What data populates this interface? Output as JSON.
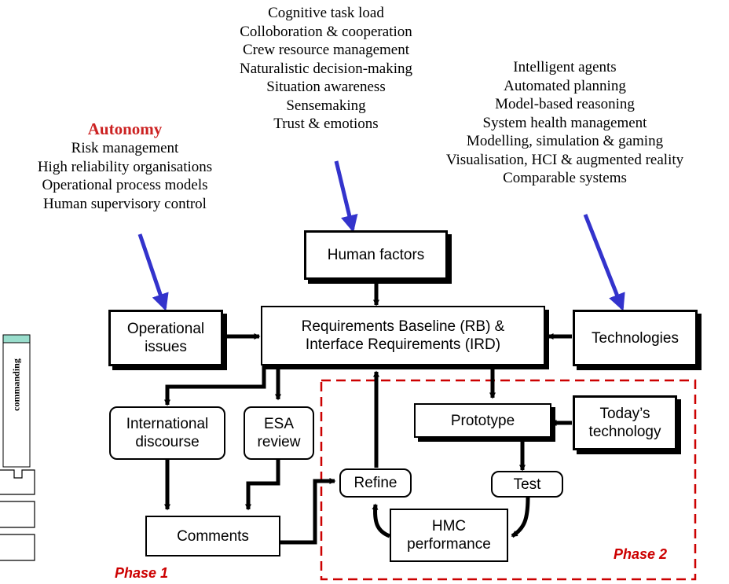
{
  "human_factors_topics": [
    "Cognitive task load",
    "Colloboration & cooperation",
    "Crew resource management",
    "Naturalistic decision-making",
    "Situation awareness",
    "Sensemaking",
    "Trust & emotions"
  ],
  "autonomy": {
    "title": "Autonomy",
    "title_color": "#cc2222",
    "topics": [
      "Risk management",
      "High reliability organisations",
      "Operational process models",
      "Human supervisory control"
    ]
  },
  "technology_topics": [
    "Intelligent agents",
    "Automated planning",
    "Model-based reasoning",
    "System health management",
    "Modelling, simulation & gaming",
    "Visualisation, HCI & augmented reality",
    "Comparable systems"
  ],
  "boxes": {
    "human_factors": "Human factors",
    "operational_issues": [
      "Operational",
      "issues"
    ],
    "requirements": [
      "Requirements Baseline (RB) &",
      "Interface Requirements (IRD)"
    ],
    "technologies": "Technologies",
    "international_discourse": [
      "International",
      "discourse"
    ],
    "esa_review": [
      "ESA",
      "review"
    ],
    "comments": "Comments",
    "refine": "Refine",
    "prototype": "Prototype",
    "todays_technology": [
      "Today’s",
      "technology"
    ],
    "test": "Test",
    "hmc_performance": [
      "HMC",
      "performance"
    ]
  },
  "phases": {
    "phase1": "Phase 1",
    "phase2": "Phase 2",
    "color": "#cc0000"
  },
  "side_panel": {
    "label": "commanding",
    "accent": "#99ddcc"
  },
  "colors": {
    "pointer_arrow": "#3333cc",
    "flow": "#000000"
  }
}
